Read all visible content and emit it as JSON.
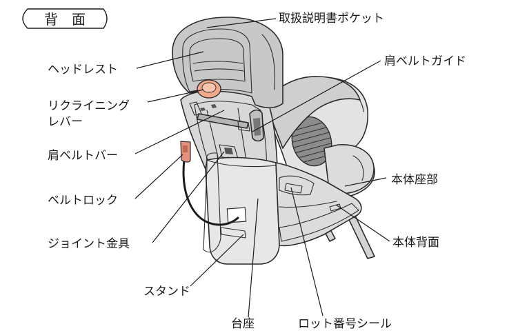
{
  "title": "背　面",
  "labels": {
    "pocket": "取扱説明書ポケット",
    "headrest": "ヘッドレスト",
    "shoulder_guide": "肩ベルトガイド",
    "recline_1": "リクライニング",
    "recline_2": "レバー",
    "shoulder_bar": "肩ベルトバー",
    "body_seat": "本体座部",
    "belt_lock": "ベルトロック",
    "joint": "ジョイント金具",
    "body_back": "本体背面",
    "stand": "スタンド",
    "base": "台座",
    "lot_seal": "ロット番号シール"
  },
  "colors": {
    "shell": "#c9c9c9",
    "shell_dark": "#a8a8a8",
    "base": "#e2e2e2",
    "lever": "#f2a88a",
    "lock": "#e68f7d"
  }
}
